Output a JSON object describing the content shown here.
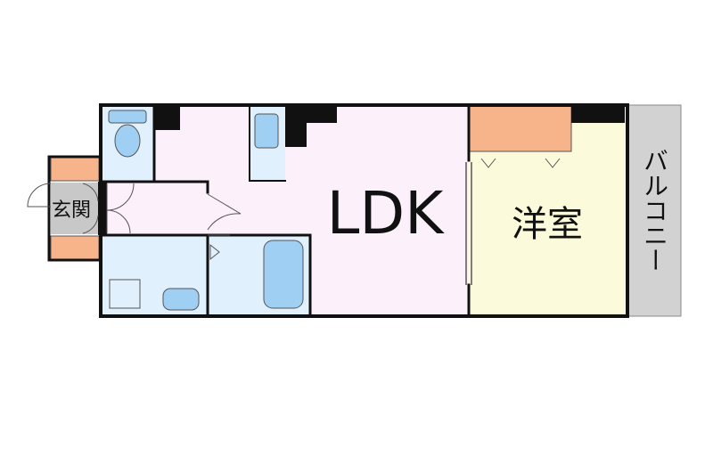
{
  "floorplan": {
    "rooms": {
      "ldk": "LDK",
      "western_room": "洋室",
      "balcony": "バルコニー",
      "entrance": "玄関"
    },
    "colors": {
      "ldk": "#fcf1fb",
      "western_room": "#fbfbdc",
      "balcony": "#d2d2d2",
      "wet_area": "#e0f0fc",
      "fixture": "#9fd0f3",
      "closet": "#f7b48b",
      "entrance_floor": "#c8c8c8",
      "wall": "#111111"
    }
  }
}
